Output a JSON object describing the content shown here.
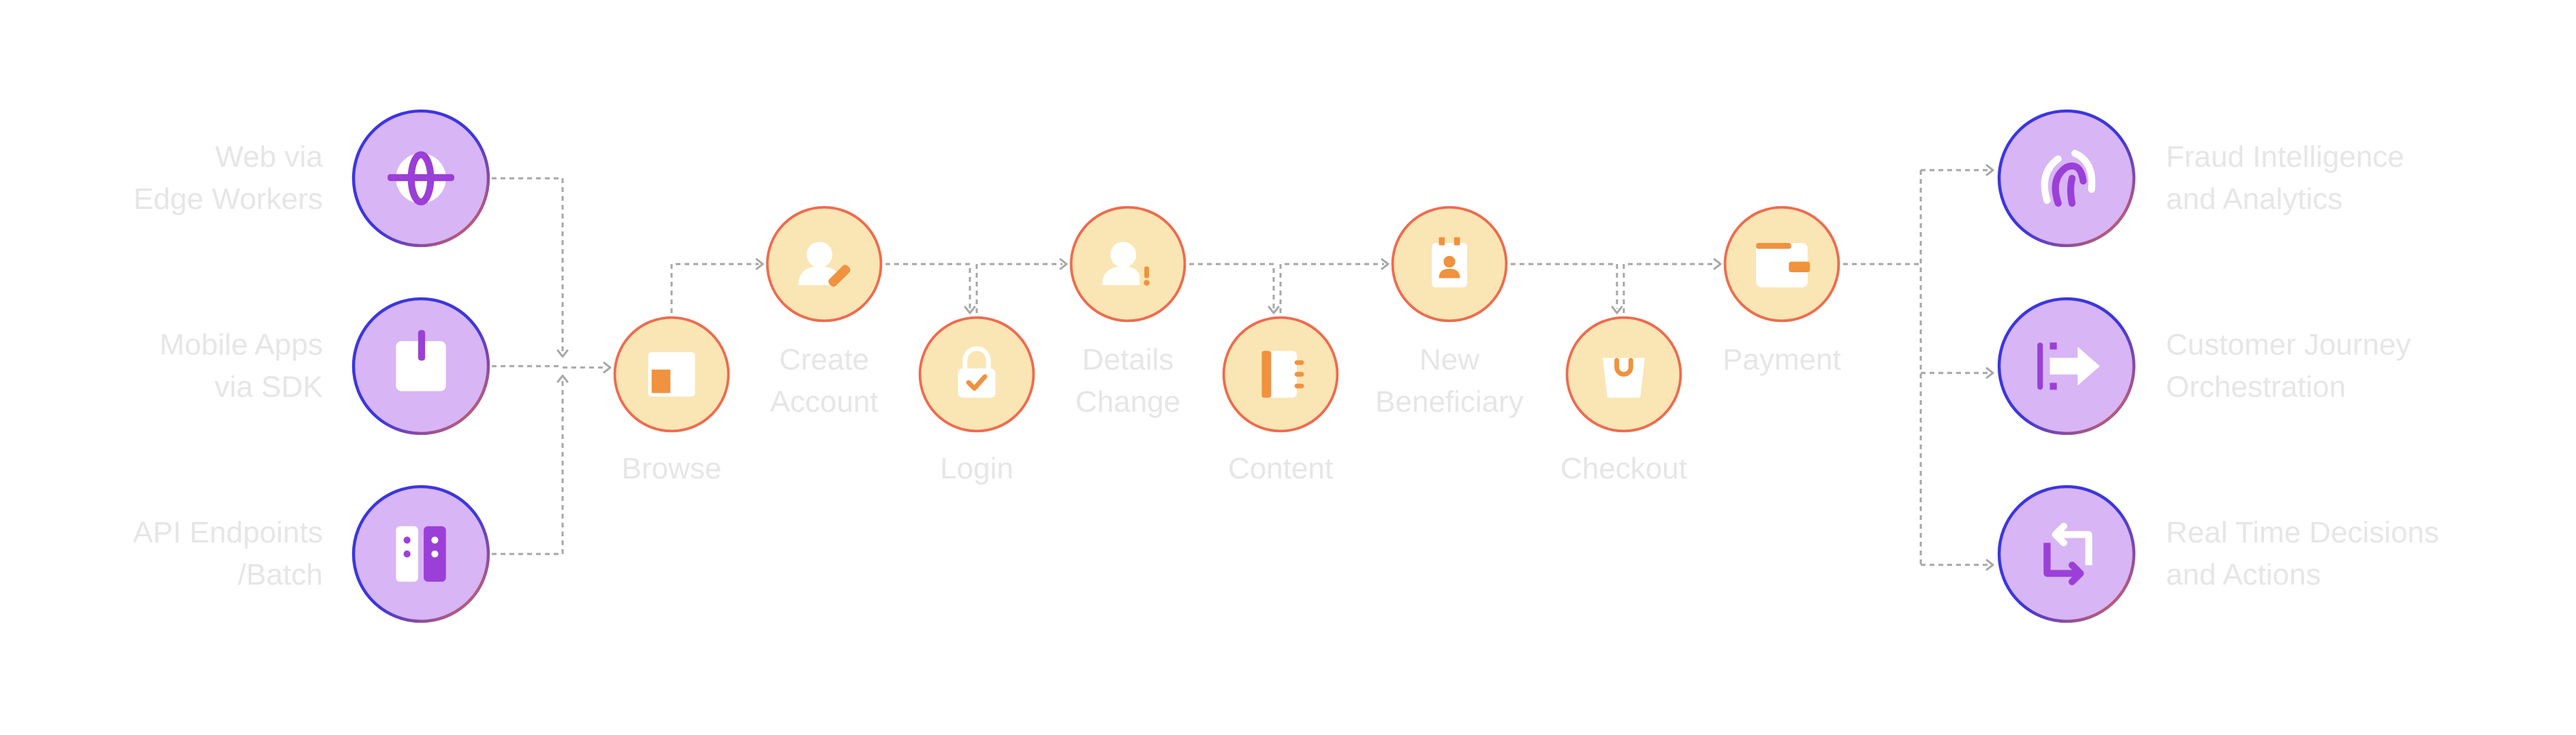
{
  "sources": [
    {
      "id": "web",
      "lines": [
        "Web via",
        "Edge Workers"
      ],
      "icon": "globe-icon"
    },
    {
      "id": "mobile",
      "lines": [
        "Mobile Apps",
        "via SDK"
      ],
      "icon": "package-icon"
    },
    {
      "id": "api",
      "lines": [
        "API Endpoints",
        "/Batch"
      ],
      "icon": "server-icon"
    }
  ],
  "journey": [
    {
      "id": "browse",
      "lines": [
        "Browse"
      ],
      "icon": "layout-icon"
    },
    {
      "id": "create-account",
      "lines": [
        "Create",
        "Account"
      ],
      "icon": "user-edit-icon"
    },
    {
      "id": "login",
      "lines": [
        "Login"
      ],
      "icon": "lock-check-icon"
    },
    {
      "id": "details-change",
      "lines": [
        "Details",
        "Change"
      ],
      "icon": "user-alert-icon"
    },
    {
      "id": "content",
      "lines": [
        "Content"
      ],
      "icon": "notebook-icon"
    },
    {
      "id": "new-beneficiary",
      "lines": [
        "New",
        "Beneficiary"
      ],
      "icon": "id-badge-icon"
    },
    {
      "id": "checkout",
      "lines": [
        "Checkout"
      ],
      "icon": "shopping-bag-icon"
    },
    {
      "id": "payment",
      "lines": [
        "Payment"
      ],
      "icon": "wallet-icon"
    }
  ],
  "outputs": [
    {
      "id": "fraud",
      "lines": [
        "Fraud Intelligence",
        "and Analytics"
      ],
      "icon": "fingerprint-icon"
    },
    {
      "id": "journey-orch",
      "lines": [
        "Customer Journey",
        "Orchestration"
      ],
      "icon": "route-arrow-icon"
    },
    {
      "id": "decisions",
      "lines": [
        "Real Time Decisions",
        "and Actions"
      ],
      "icon": "repeat-icon"
    }
  ],
  "colors": {
    "purple_fill": "#d8b5f4",
    "purple_icon": "#9b3fd8",
    "orange_fill": "#fae5b4",
    "orange_icon": "#f0923e",
    "ring_red": "#f06a4e",
    "ring_blue": "#3b36e0",
    "connector": "#a6a6a6",
    "label": "#e6e6e6"
  }
}
